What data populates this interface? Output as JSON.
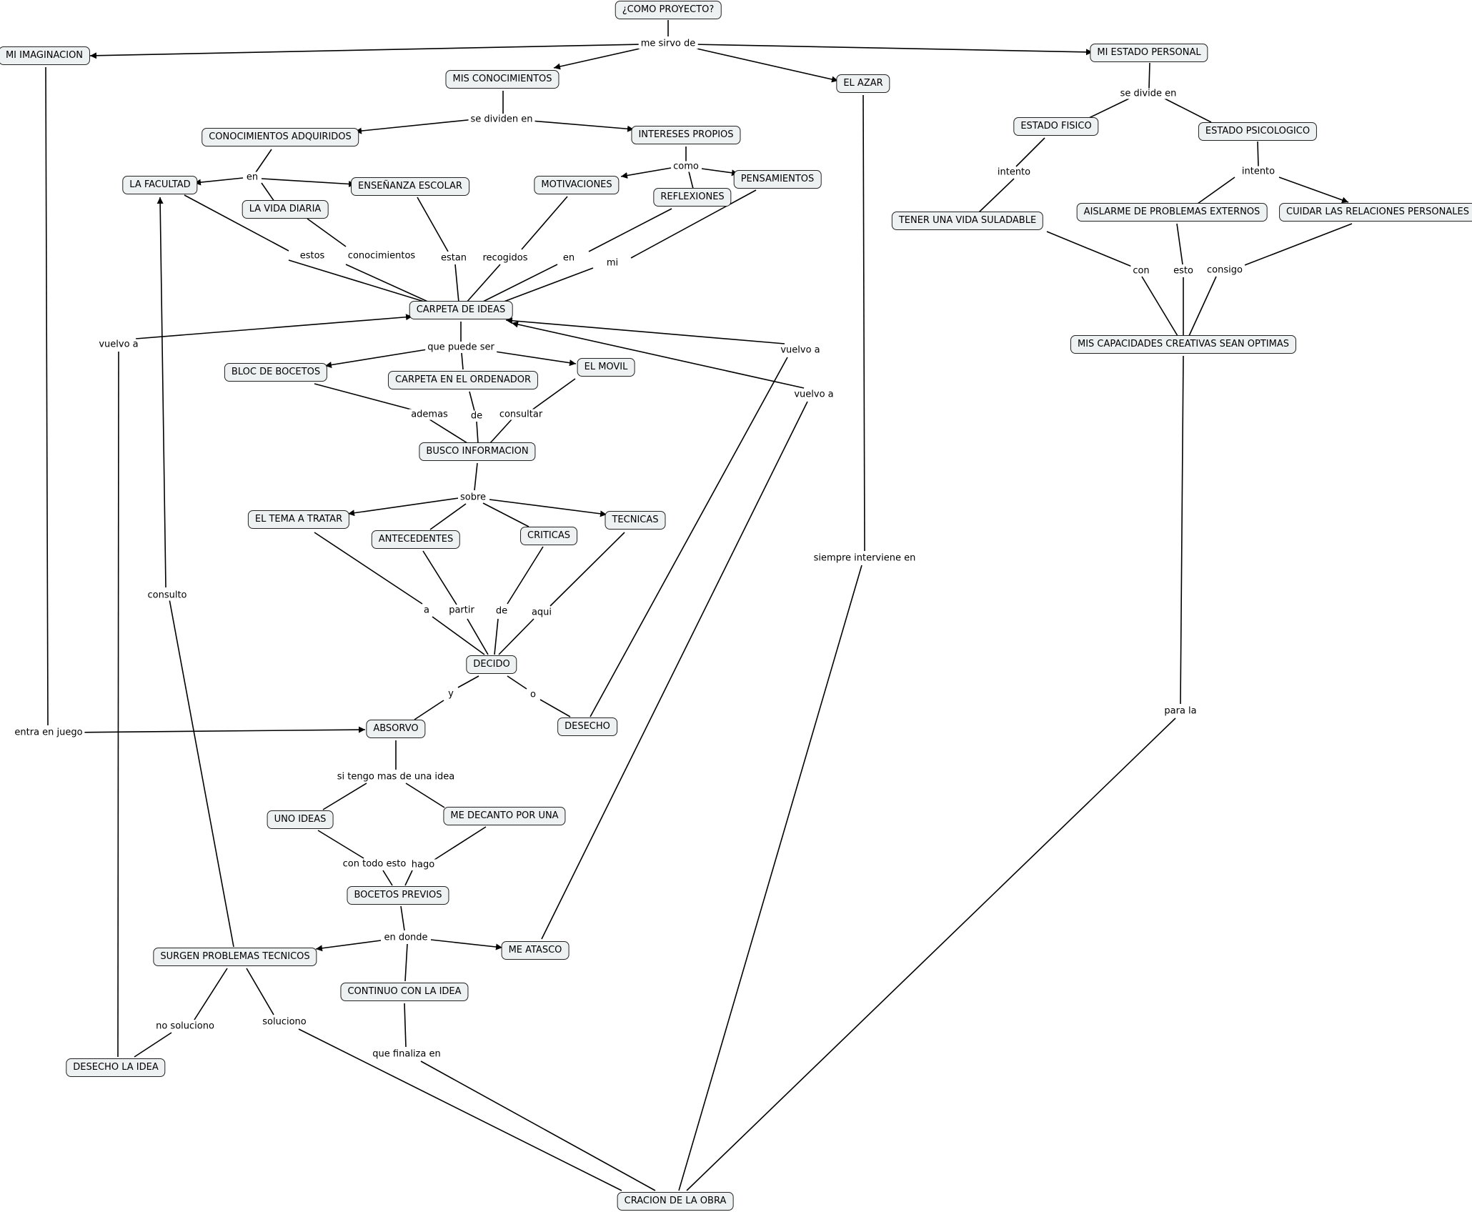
{
  "nodes": {
    "como_proyecto": "¿COMO PROYECTO?",
    "mi_imaginacion": "MI IMAGINACION",
    "mis_conocimientos": "MIS CONOCIMIENTOS",
    "el_azar": "EL AZAR",
    "mi_estado_personal": "MI ESTADO PERSONAL",
    "conocimientos_adquiridos": "CONOCIMIENTOS ADQUIRIDOS",
    "intereses_propios": "INTERESES PROPIOS",
    "la_facultad": "LA FACULTAD",
    "ensenanza_escolar": "ENSEÑANZA ESCOLAR",
    "la_vida_diaria": "LA VIDA DIARIA",
    "motivaciones": "MOTIVACIONES",
    "reflexiones": "REFLEXIONES",
    "pensamientos": "PENSAMIENTOS",
    "estado_fisico": "ESTADO FISICO",
    "estado_psicologico": "ESTADO PSICOLOGICO",
    "tener_vida_saludable": "TENER UNA VIDA SULADABLE",
    "aislarme": "AISLARME DE PROBLEMAS EXTERNOS",
    "cuidar_relaciones": "CUIDAR LAS RELACIONES PERSONALES",
    "carpeta_de_ideas": "CARPETA DE IDEAS",
    "mis_capacidades": "MIS CAPACIDADES CREATIVAS SEAN OPTIMAS",
    "bloc_de_bocetos": "BLOC DE BOCETOS",
    "carpeta_ordenador": "CARPETA EN EL ORDENADOR",
    "el_movil": "EL MOVIL",
    "busco_informacion": "BUSCO INFORMACION",
    "el_tema": "EL TEMA A TRATAR",
    "antecedentes": "ANTECEDENTES",
    "criticas": "CRITICAS",
    "tecnicas": "TECNICAS",
    "decido": "DECIDO",
    "absorvo": "ABSORVO",
    "desecho": "DESECHO",
    "uno_ideas": "UNO IDEAS",
    "me_decanto": "ME DECANTO POR UNA",
    "bocetos_previos": "BOCETOS PREVIOS",
    "surgen_problemas": "SURGEN PROBLEMAS TECNICOS",
    "me_atasco": "ME ATASCO",
    "continuo": "CONTINUO CON LA IDEA",
    "desecho_la_idea": "DESECHO LA IDEA",
    "cracion_obra": "CRACION DE LA OBRA"
  },
  "links": {
    "me_sirvo_de": "me sirvo de",
    "se_dividen_en": "se dividen en",
    "en_1": "en",
    "como": "como",
    "se_divide_en": "se divide en",
    "intento_1": "intento",
    "intento_2": "intento",
    "estos": "estos",
    "conocimientos": "conocimientos",
    "estan": "estan",
    "recogidos": "recogidos",
    "en_2": "en",
    "mi": "mi",
    "con": "con",
    "esto": "esto",
    "consigo": "consigo",
    "vuelvo_a_1": "vuelvo a",
    "vuelvo_a_2": "vuelvo a",
    "vuelvo_a_3": "vuelvo a",
    "que_puede_ser": "que puede ser",
    "ademas": "ademas",
    "de_1": "de",
    "consultar": "consultar",
    "sobre": "sobre",
    "a": "a",
    "partir": "partir",
    "de_2": "de",
    "aqui": "aqui",
    "consulto": "consulto",
    "siempre_interviene_en": "siempre interviene en",
    "y": "y",
    "o": "o",
    "entra_en_juego": "entra en juego",
    "para_la": "para la",
    "si_tengo_mas": "si tengo mas de una idea",
    "con_todo_esto": "con todo esto",
    "hago": "hago",
    "en_donde": "en donde",
    "no_soluciono": "no soluciono",
    "soluciono": "soluciono",
    "que_finaliza_en": "que finaliza en"
  }
}
